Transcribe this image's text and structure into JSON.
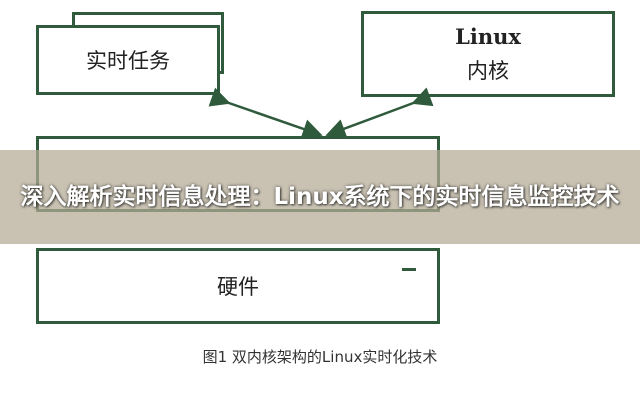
{
  "diagram": {
    "realtime_task_label": "实时任务",
    "linux_kernel_title": "Linux",
    "linux_kernel_subtitle": "内核",
    "hardware_label": "硬件",
    "caption": "图1 双内核架构的Linux实时化技术"
  },
  "banner": {
    "title": "深入解析实时信息处理：Linux系统下的实时信息监控技术"
  },
  "colors": {
    "box_border": "#2f5a3c",
    "banner_overlay": "#b4aa96",
    "banner_text": "#ffffff"
  }
}
